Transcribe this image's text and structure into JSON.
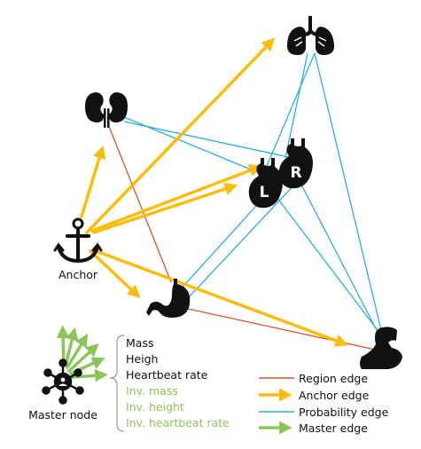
{
  "nodes": {
    "anchor": {
      "label": "Anchor",
      "icon": "anchor-icon"
    },
    "lungs": {
      "icon": "lungs-icon"
    },
    "kidneys": {
      "icon": "kidneys-icon"
    },
    "heart_left": {
      "letter": "L",
      "icon": "heart-icon"
    },
    "heart_right": {
      "letter": "R",
      "icon": "heart-icon"
    },
    "stomach": {
      "icon": "stomach-icon"
    },
    "muscle": {
      "icon": "flexed-arm-icon"
    },
    "master": {
      "label": "Master node",
      "icon": "network-hub-icon"
    }
  },
  "master_attributes": {
    "measured": [
      "Mass",
      "Heigh",
      "Heartbeat rate"
    ],
    "inverse": [
      "Inv. mass",
      "Inv. height",
      "Inv. heartbeat rate"
    ]
  },
  "legend": [
    {
      "label": "Region edge",
      "color": "#d9532b",
      "style": "line"
    },
    {
      "label": "Anchor edge",
      "color": "#fbbc0c",
      "style": "arrow"
    },
    {
      "label": "Probability edge",
      "color": "#29aee4",
      "style": "line"
    },
    {
      "label": "Master edge",
      "color": "#8cc55a",
      "style": "arrow"
    }
  ],
  "colors": {
    "region_edge": "#d9532b",
    "anchor_edge": "#fbbc0c",
    "probability_edge": "#29aee4",
    "master_edge": "#8cc55a",
    "icon": "#111111",
    "inverse_text": "#8cc55a"
  }
}
